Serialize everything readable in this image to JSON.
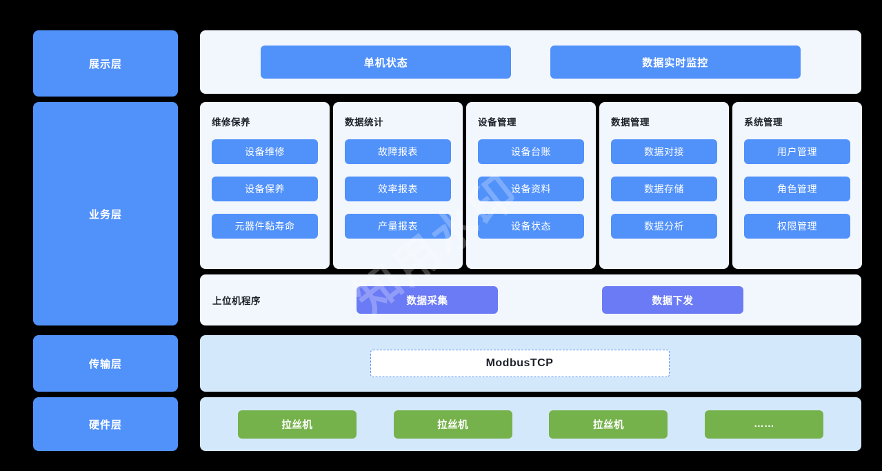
{
  "layers": [
    {
      "id": "presentation",
      "label": "展示层"
    },
    {
      "id": "business",
      "label": "业务层"
    },
    {
      "id": "transport",
      "label": "传输层"
    },
    {
      "id": "hardware",
      "label": "硬件层"
    }
  ],
  "presentation": {
    "buttons": [
      {
        "label": "单机状态"
      },
      {
        "label": "数据实时监控"
      }
    ]
  },
  "business": {
    "columns": [
      {
        "title": "维修保养",
        "items": [
          "设备维修",
          "设备保养",
          "元器件黏寿命"
        ]
      },
      {
        "title": "数据统计",
        "items": [
          "故障报表",
          "效率报表",
          "产量报表"
        ]
      },
      {
        "title": "设备管理",
        "items": [
          "设备台账",
          "设备资料",
          "设备状态"
        ]
      },
      {
        "title": "数据管理",
        "items": [
          "数据对接",
          "数据存储",
          "数据分析"
        ]
      },
      {
        "title": "系统管理",
        "items": [
          "用户管理",
          "角色管理",
          "权限管理"
        ]
      }
    ],
    "host": {
      "label": "上位机程序",
      "buttons": [
        {
          "label": "数据采集"
        },
        {
          "label": "数据下发"
        }
      ]
    }
  },
  "transport": {
    "protocol": "ModbusTCP"
  },
  "hardware": {
    "devices": [
      {
        "label": "拉丝机"
      },
      {
        "label": "拉丝机"
      },
      {
        "label": "拉丝机"
      },
      {
        "label": "……"
      }
    ]
  },
  "watermark": {
    "text": "知用水印"
  },
  "colors": {
    "page_background": "#000000",
    "layer_chip": "#5191FA",
    "primary_button": "#5191FA",
    "band_light": "#F2F7FE",
    "band_blue": "#D4E8FC",
    "host_button": "#6B7BF5",
    "device_button": "#76B24B",
    "protocol_box": "#FFFFFF",
    "title_text": "#1B1F27"
  }
}
